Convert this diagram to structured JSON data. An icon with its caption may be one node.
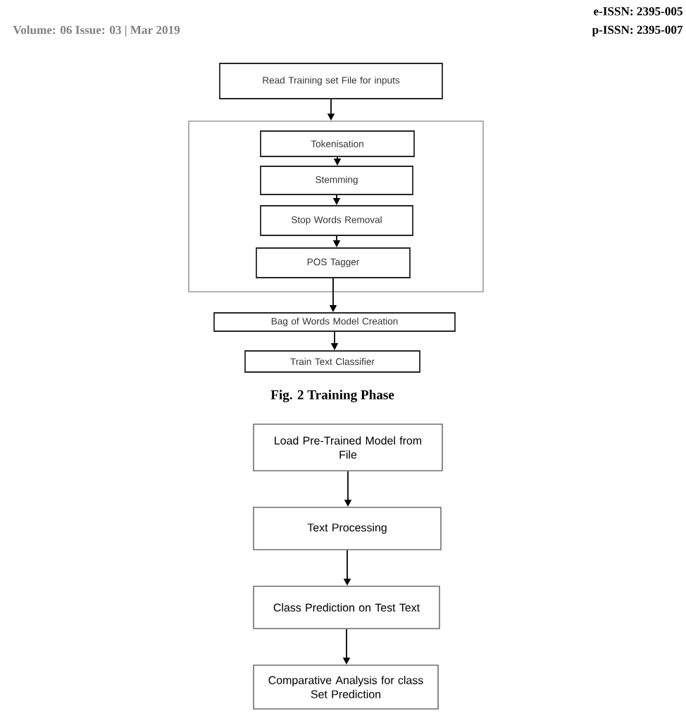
{
  "diagram": {
    "caption": "Fig. 2 Training Phase",
    "nodes": [
      {
        "text": [
          "Read Training set File for inputs"
        ]
      },
      {
        "text": [],
        "shape": "box"
      },
      {
        "text": [
          "Tokenisation"
        ],
        "in": 1
      },
      {
        "text": [
          "Stemming"
        ],
        "in": 1
      },
      {
        "text": [
          "Stop Words Removal"
        ],
        "in": 1
      },
      {
        "text": [
          "POS Tagger"
        ],
        "in": 1
      },
      {
        "text": [
          "Bag of Words Model Creation"
        ]
      },
      {
        "text": [
          "Train Text Classifier"
        ]
      },
      {
        "text": [
          "Load Pre-Trained Model from File"
        ]
      },
      {
        "text": [
          "Text Processing"
        ]
      },
      {
        "text": [
          "Class Prediction on Test Text"
        ]
      },
      {
        "text": [
          "Comparative Analysis for class Set Prediction"
        ]
      }
    ],
    "edges": [
      {
        "from": 0,
        "to": 1,
        "arrow": "to"
      },
      {
        "from": 2,
        "to": 3,
        "arrow": "to"
      },
      {
        "from": 3,
        "to": 4,
        "arrow": "to"
      },
      {
        "from": 4,
        "to": 5,
        "arrow": "to"
      },
      {
        "from": 5,
        "to": 6,
        "arrow": "to"
      },
      {
        "from": 6,
        "to": 7,
        "arrow": "to"
      },
      {
        "from": 8,
        "to": 9,
        "arrow": "to"
      },
      {
        "from": 9,
        "to": 10,
        "arrow": "to"
      },
      {
        "from": 10,
        "to": 11,
        "arrow": "to"
      }
    ],
    "labels": [
      "e-ISSN: 2395-005",
      "Volume: 06 Issue: 03 | Mar 2019",
      "p-ISSN: 2395-007"
    ]
  }
}
